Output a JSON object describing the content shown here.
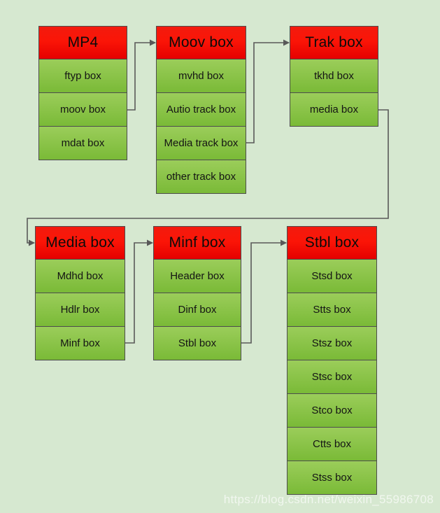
{
  "diagram": {
    "tables": [
      {
        "id": "mp4",
        "title": "MP4",
        "cells": [
          "ftyp box",
          "moov box",
          "mdat box"
        ]
      },
      {
        "id": "moov",
        "title": "Moov box",
        "cells": [
          "mvhd box",
          "Autio track box",
          "Media track box",
          "other track box"
        ]
      },
      {
        "id": "trak",
        "title": "Trak box",
        "cells": [
          "tkhd box",
          "media box"
        ]
      },
      {
        "id": "media",
        "title": "Media box",
        "cells": [
          "Mdhd box",
          "Hdlr box",
          "Minf box"
        ]
      },
      {
        "id": "minf",
        "title": "Minf box",
        "cells": [
          "Header box",
          "Dinf box",
          "Stbl box"
        ]
      },
      {
        "id": "stbl",
        "title": "Stbl box",
        "cells": [
          "Stsd box",
          "Stts box",
          "Stsz box",
          "Stsc box",
          "Stco box",
          "Ctts box",
          "Stss box"
        ]
      }
    ],
    "connections": [
      {
        "from": "MP4 / moov box",
        "to": "Moov box"
      },
      {
        "from": "Moov box / Media track box",
        "to": "Trak box"
      },
      {
        "from": "Trak box / media box",
        "to": "Media box"
      },
      {
        "from": "Media box / Minf box",
        "to": "Minf box"
      },
      {
        "from": "Minf box / Stbl box",
        "to": "Stbl box"
      }
    ]
  },
  "watermark": "https://blog.csdn.net/weixin_55986708",
  "colors": {
    "background": "#d6e8d0",
    "header_red_top": "#f21b0e",
    "header_red_bottom": "#e50000",
    "cell_green_top": "#9bcd5a",
    "cell_green_bottom": "#7aba37",
    "border": "#4d4d4d",
    "arrow": "#595959"
  }
}
